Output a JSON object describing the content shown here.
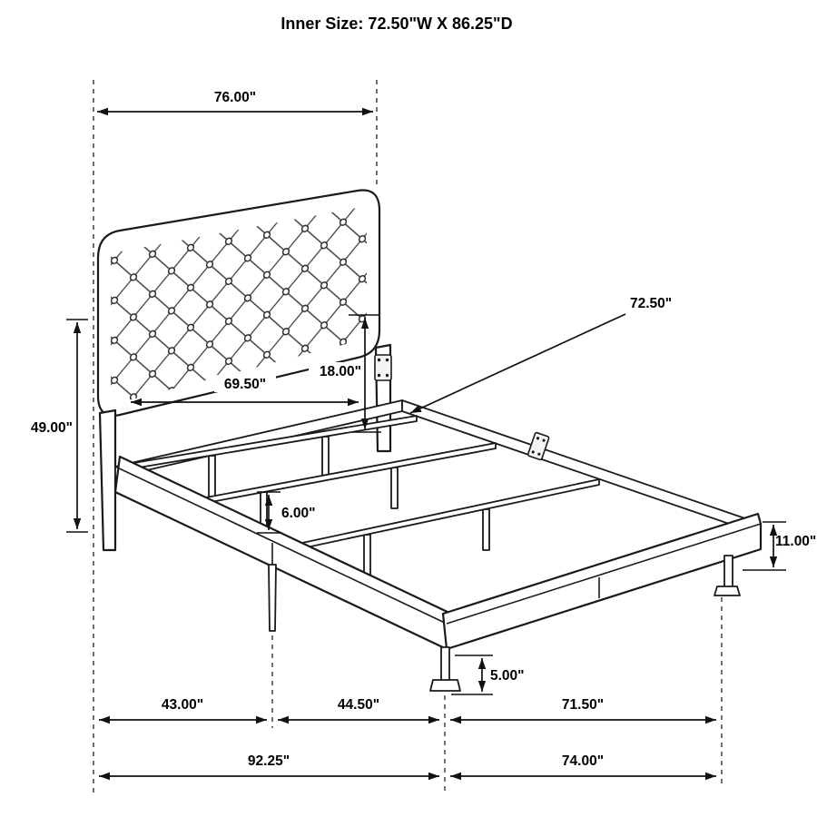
{
  "title": "Inner Size: 72.50\"W X 86.25\"D",
  "dims": {
    "headboard_width": "76.00\"",
    "headboard_total_height": "49.00\"",
    "headboard_panel_width": "69.50\"",
    "headboard_panel_bottom_height": "18.00\"",
    "inner_slat_width": "72.50\"",
    "slat_leg_height": "6.00\"",
    "frame_side_height": "11.00\"",
    "front_foot_height": "5.00\"",
    "depth_head_section": "43.00\"",
    "depth_mid_section": "44.50\"",
    "foot_rail_width": "71.50\"",
    "overall_depth": "92.25\"",
    "overall_width": "74.00\""
  }
}
